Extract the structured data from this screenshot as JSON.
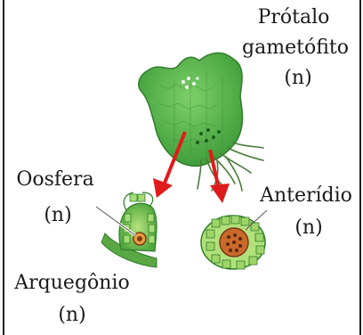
{
  "labels": {
    "protalo_line1": "Prótalo",
    "protalo_line2": "gametófito",
    "protalo_ploidy": "(n)",
    "oosfera": "Oosfera",
    "oosfera_ploidy": "(n)",
    "anteridio": "Anterídio",
    "anteridio_ploidy": "(n)",
    "arquegonio": "Arquegônio",
    "arquegonio_ploidy": "(n)"
  },
  "colors": {
    "prothallus_green": "#5cb85c",
    "tissue_green": "#9bd36a",
    "arrow_red": "#e01b1b",
    "cell_brown": "#7a3a1a"
  }
}
